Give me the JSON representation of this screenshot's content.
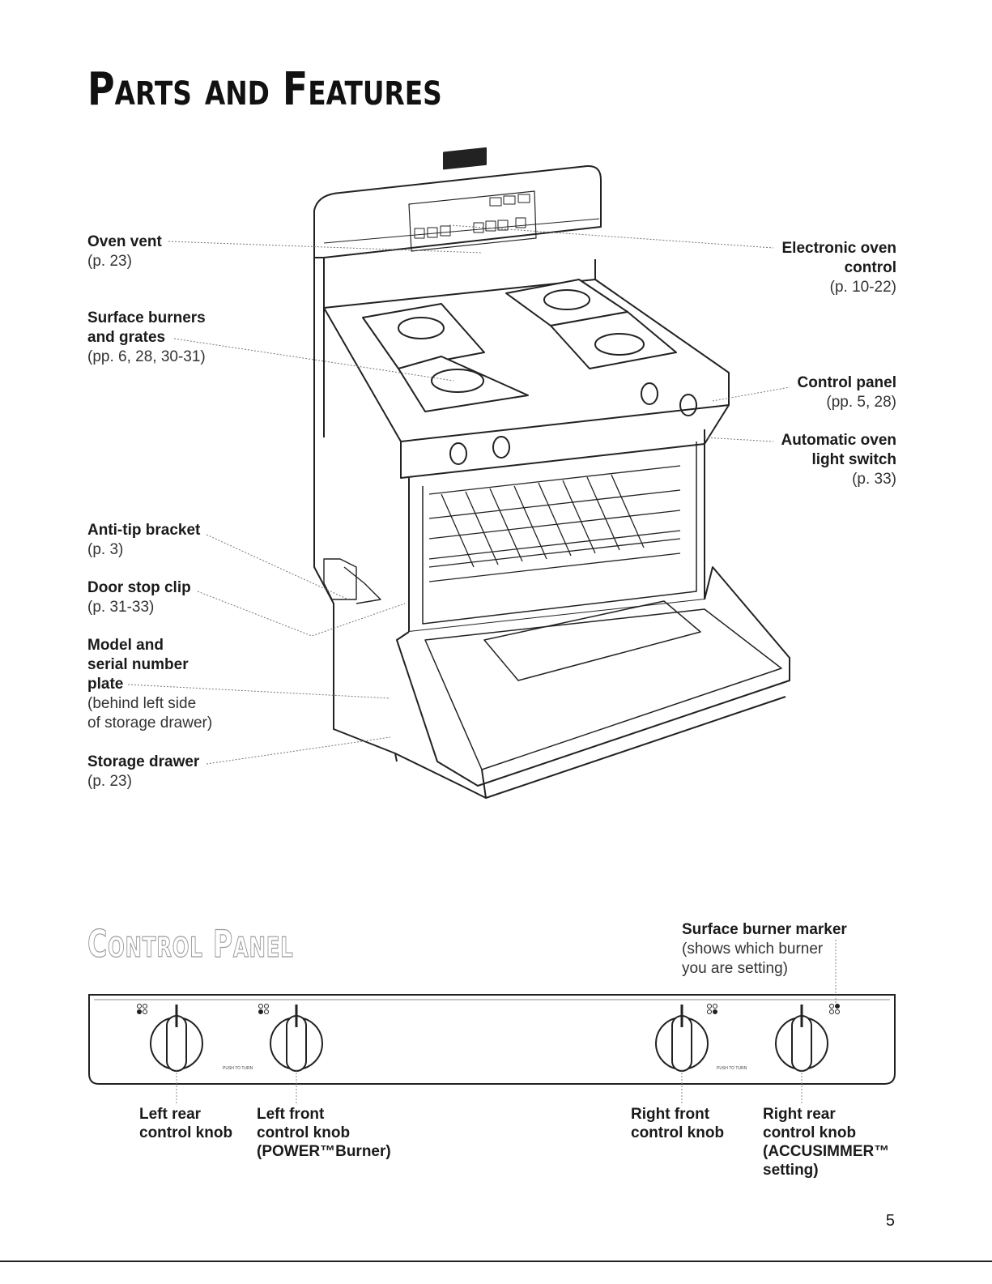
{
  "title": {
    "first_big": "P",
    "first_rest": "ARTS",
    "and": "AND",
    "second_big": "F",
    "second_rest": "EATURES"
  },
  "callouts_left": [
    {
      "name": "Oven vent",
      "ref": "(p. 23)"
    },
    {
      "name_lines": [
        "Surface burners",
        "and grates"
      ],
      "ref": "(pp. 6, 28, 30-31)"
    },
    {
      "name": "Anti-tip bracket",
      "ref": "(p. 3)"
    },
    {
      "name": "Door stop clip",
      "ref": "(p. 31-33)"
    },
    {
      "name_lines": [
        "Model and",
        "serial number",
        "plate"
      ],
      "ref_lines": [
        "(behind left side",
        "of storage drawer)"
      ]
    },
    {
      "name": "Storage drawer",
      "ref": "(p. 23)"
    }
  ],
  "callouts_right": [
    {
      "name_lines": [
        "Electronic oven",
        "control"
      ],
      "ref": "(p. 10-22)"
    },
    {
      "name": "Control panel",
      "ref": "(pp. 5, 28)"
    },
    {
      "name_lines": [
        "Automatic oven",
        "light switch"
      ],
      "ref": "(p. 33)"
    }
  ],
  "control_panel": {
    "heading_big": "C",
    "heading_rest": "ONTROL",
    "heading_big2": "P",
    "heading_rest2": "ANEL",
    "marker_label": "Surface burner marker",
    "marker_desc_lines": [
      "(shows which burner",
      "you are setting)"
    ],
    "push_to_turn": "PUSH TO TURN",
    "knobs": [
      {
        "lines": [
          "Left rear",
          "control knob"
        ]
      },
      {
        "lines": [
          "Left front",
          "control knob",
          "(POWER™Burner)"
        ]
      },
      {
        "lines": [
          "Right front",
          "control knob"
        ]
      },
      {
        "lines": [
          "Right rear",
          "control knob",
          "(ACCUSIMMER™",
          "setting)"
        ]
      }
    ]
  },
  "page_number": "5"
}
